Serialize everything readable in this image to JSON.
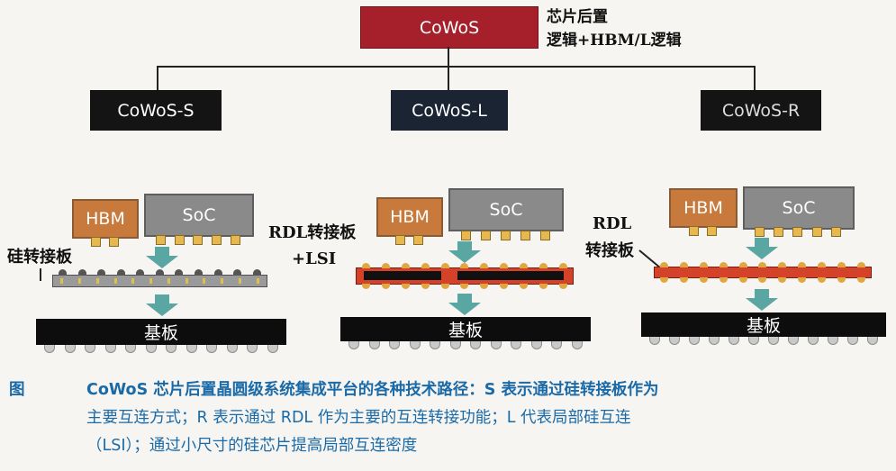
{
  "tree": {
    "root": {
      "label": "CoWoS",
      "note_line1": "芯片后置",
      "note_line2": "逻辑+HBM/L逻辑"
    },
    "children": [
      {
        "label": "CoWoS-S"
      },
      {
        "label": "CoWoS-L"
      },
      {
        "label": "CoWoS-R"
      }
    ]
  },
  "diagrams": {
    "s": {
      "hbm": "HBM",
      "soc": "SoC",
      "interposer_label": "硅转接板",
      "base": "基板"
    },
    "l": {
      "hbm": "HBM",
      "soc": "SoC",
      "interposer_label_line1": "RDL转接板",
      "interposer_label_line2": "+LSI",
      "base": "基板"
    },
    "r": {
      "hbm": "HBM",
      "soc": "SoC",
      "interposer_label_line1": "RDL",
      "interposer_label_line2": "转接板",
      "base": "基板"
    }
  },
  "caption": {
    "prefix": "图",
    "line1": "CoWoS 芯片后置晶圆级系统集成平台的各种技术路径：S 表示通过硅转接板作为",
    "line2": "主要互连方式；R 表示通过 RDL 作为主要的互连转接功能；L 代表局部硅互连",
    "line3": "（LSI）；通过小尺寸的硅芯片提高局部互连密度"
  },
  "colors": {
    "root_box": "#a5202a",
    "child_box": "#141414",
    "child_box_mid": "#1a2433",
    "hbm": "#c87a3c",
    "soc": "#8a8a8a",
    "arrow": "#5aa6a3",
    "rdl": "#d5422a",
    "caption": "#1b6aa8"
  }
}
